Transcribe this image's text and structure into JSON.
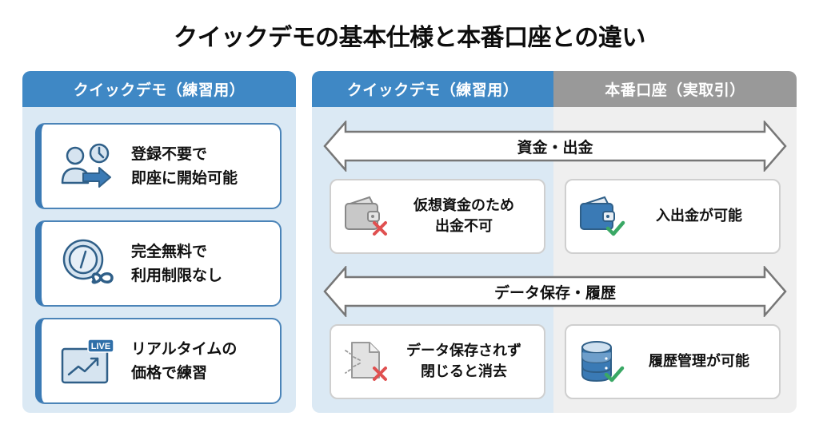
{
  "title": "クイックデモの基本仕様と本番口座との違い",
  "left_panel": {
    "header": "クイックデモ（練習用）",
    "features": [
      {
        "icon": "user-clock-arrow-icon",
        "line1": "登録不要で",
        "line2": "即座に開始可能"
      },
      {
        "icon": "coin-infinity-icon",
        "line1": "完全無料で",
        "line2": "利用制限なし"
      },
      {
        "icon": "live-chart-icon",
        "badge": "LIVE",
        "line1": "リアルタイムの",
        "line2": "価格で練習"
      }
    ]
  },
  "comparison": {
    "header_demo": "クイックデモ（練習用）",
    "header_live": "本番口座（実取引）",
    "colors": {
      "demo": "#3f88c5",
      "live": "#999999",
      "ok": "#3aa865",
      "ng": "#e05050"
    },
    "sections": [
      {
        "label": "資金・出金",
        "demo": {
          "icon": "wallet-x-icon",
          "line1": "仮想資金のため",
          "line2": "出金不可"
        },
        "live": {
          "icon": "wallet-check-icon",
          "line1": "入出金が可能",
          "line2": ""
        }
      },
      {
        "label": "データ保存・履歴",
        "demo": {
          "icon": "file-x-icon",
          "line1": "データ保存されず",
          "line2": "閉じると消去"
        },
        "live": {
          "icon": "database-check-icon",
          "line1": "履歴管理が可能",
          "line2": ""
        }
      }
    ]
  }
}
